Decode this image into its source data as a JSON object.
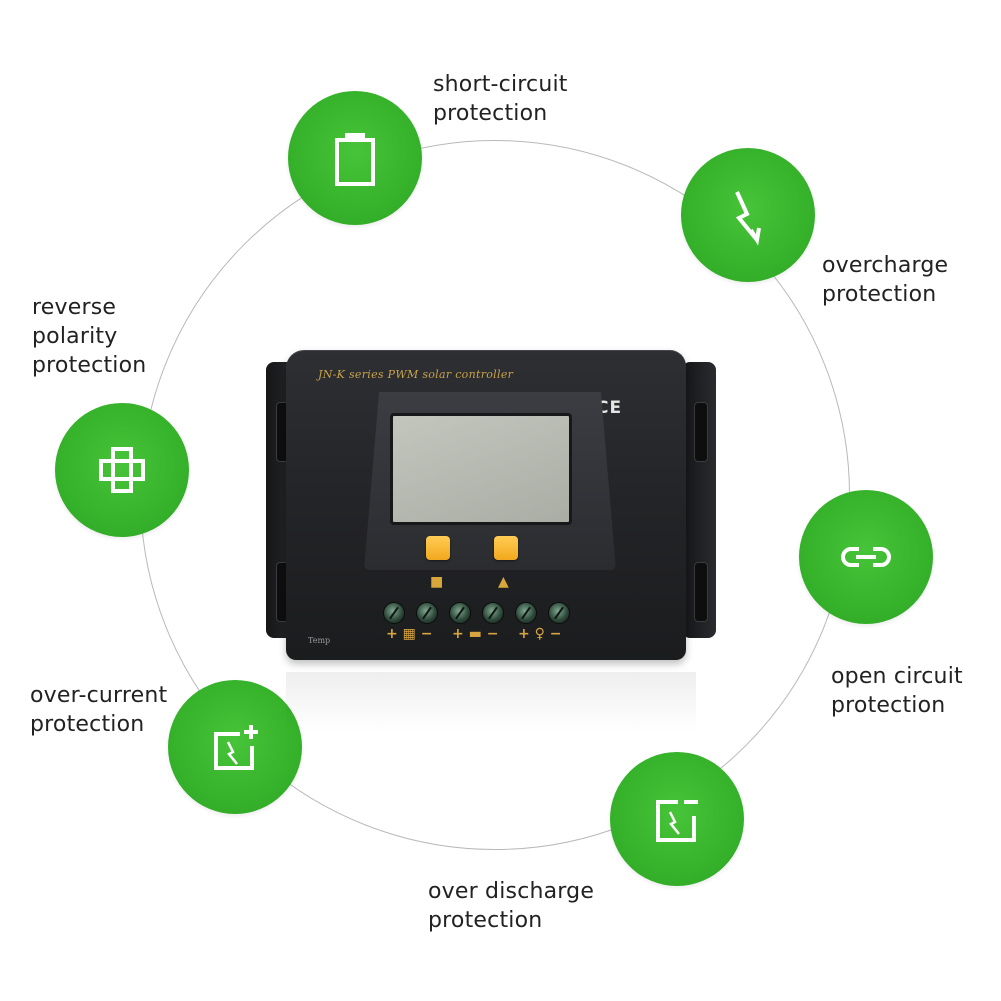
{
  "features": [
    {
      "id": "short-circuit",
      "icon": "battery-icon",
      "lines": [
        "short-circuit",
        "protection"
      ]
    },
    {
      "id": "overcharge",
      "icon": "lightning-icon",
      "lines": [
        "overcharge",
        "protection"
      ]
    },
    {
      "id": "open-circuit",
      "icon": "link-icon",
      "lines": [
        "open circuit",
        "protection"
      ]
    },
    {
      "id": "over-discharge",
      "icon": "battery-minus-icon",
      "lines": [
        "over discharge",
        "protection"
      ]
    },
    {
      "id": "over-current",
      "icon": "battery-plus-icon",
      "lines": [
        "over-current",
        "protection"
      ]
    },
    {
      "id": "reverse-polarity",
      "icon": "cross-icon",
      "lines": [
        "reverse",
        "polarity",
        "protection"
      ]
    }
  ],
  "device": {
    "title": "JN-K series PWM solar controller",
    "mark": "CE",
    "temp_label": "Temp",
    "key_left_symbol": "■",
    "key_right_symbol": "▲",
    "legend_solar": "+ ▦ −",
    "legend_battery": "+ ▬ −",
    "legend_load": "+ ♀ −"
  },
  "colors": {
    "badge_green": "#36b22b",
    "key_orange": "#f2a81d",
    "ring": "#b9b9b9"
  }
}
